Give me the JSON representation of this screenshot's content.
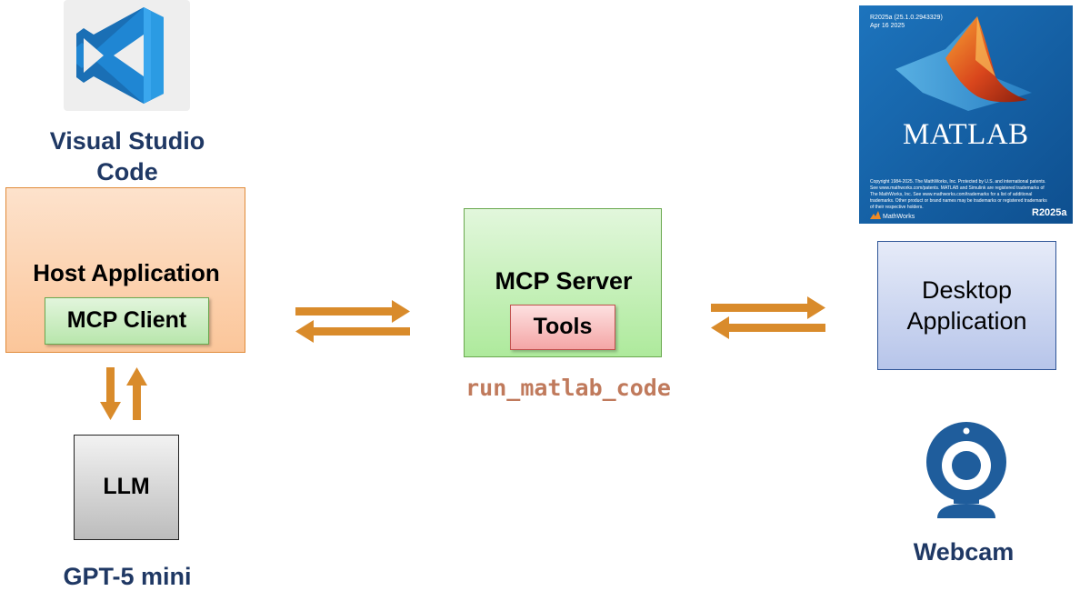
{
  "host": {
    "app_name_line1": "Visual Studio",
    "app_name_line2": "Code",
    "title": "Host Application",
    "client_label": "MCP Client"
  },
  "llm": {
    "label": "LLM",
    "model_name": "GPT-5 mini"
  },
  "server": {
    "title": "MCP Server",
    "tools_label": "Tools",
    "tool_name": "run_matlab_code"
  },
  "matlab": {
    "release_line": "R2025a (25.1.0.2943329)",
    "date_line": "Apr 16 2025",
    "wordmark": "MATLAB",
    "copyright_lines": [
      "Copyright 1984-2025. The MathWorks, Inc. Protected by U.S. and international patents.",
      "See www.mathworks.com/patents. MATLAB and Simulink are registered trademarks of",
      "The MathWorks, Inc. See www.mathworks.com/trademarks for a list of additional",
      "trademarks. Other product or brand names may be trademarks or registered trademarks",
      "of their respective holders."
    ],
    "vendor": "MathWorks",
    "version_badge": "R2025a"
  },
  "desktop": {
    "line1": "Desktop",
    "line2": "Application"
  },
  "webcam": {
    "label": "Webcam"
  },
  "colors": {
    "label_blue": "#1f3864",
    "arrow_orange": "#d98b2b",
    "host_fill": "#fbc69a",
    "client_fill": "#b8e6ac",
    "server_fill": "#aeea9c",
    "tools_fill": "#f4a6a6",
    "desktop_fill": "#b7c5ea",
    "tool_name_color": "#c07a5c"
  }
}
